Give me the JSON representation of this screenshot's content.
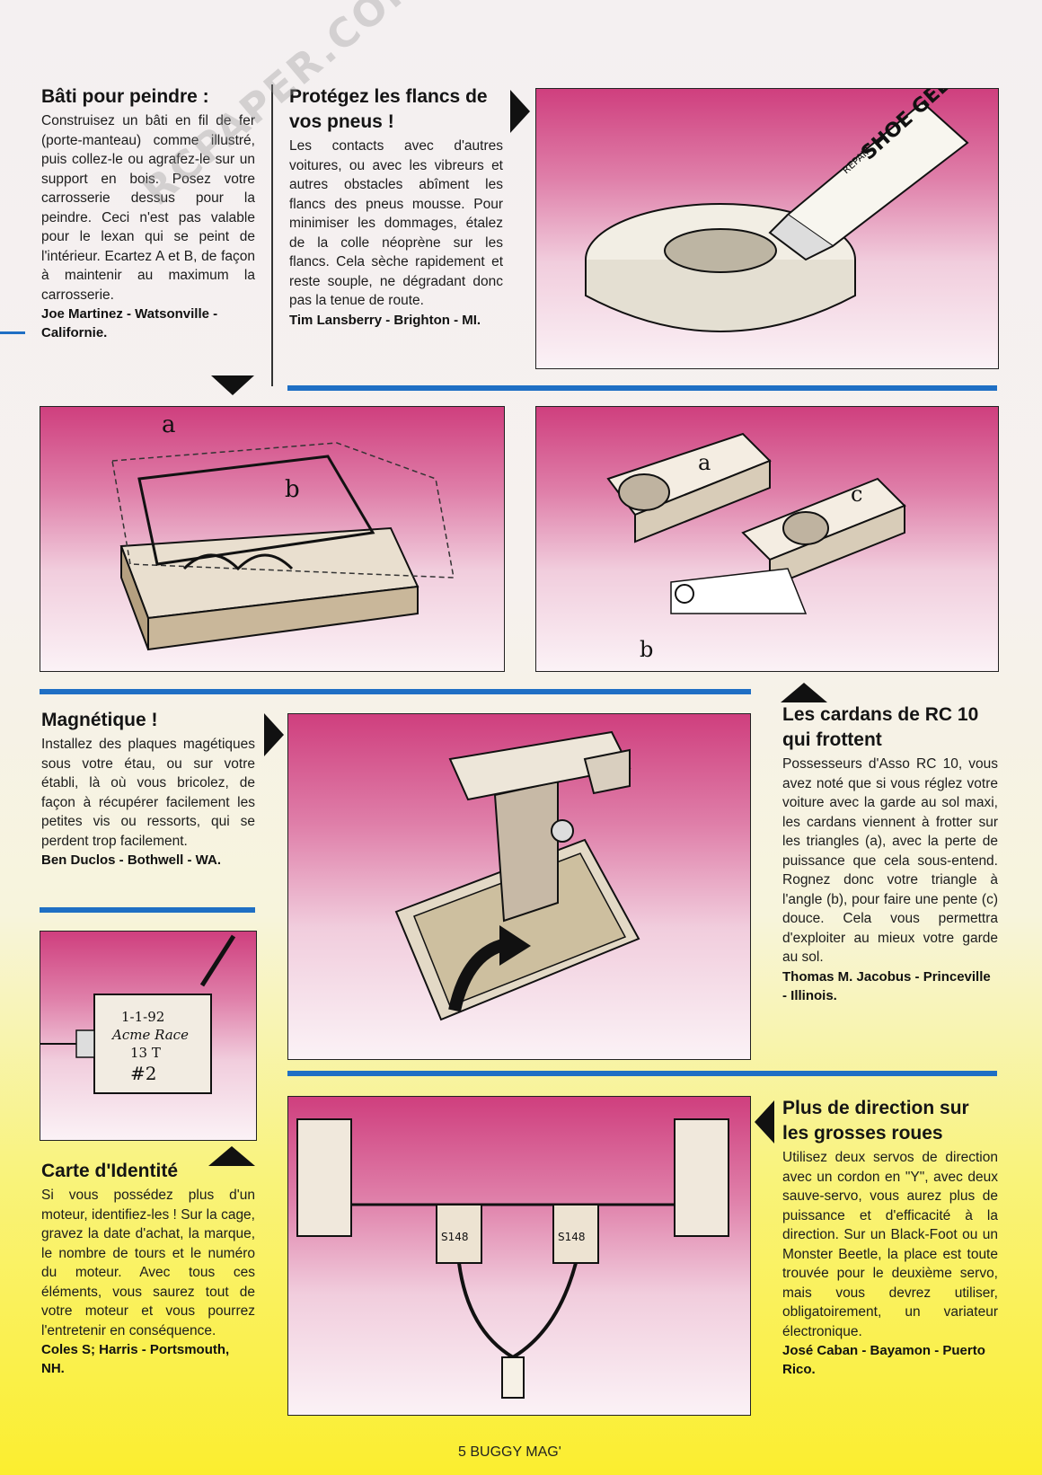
{
  "watermark": "RCPAPER.COM",
  "sections": {
    "bati": {
      "title": "Bâti pour peindre :",
      "body": "Construisez un bâti en fil de fer (porte-manteau) comme illustré, puis collez-le ou agrafez-le sur un support en bois. Posez votre carrosserie dessus pour la peindre. Ceci n'est pas valable pour le lexan qui se peint de l'intérieur. Ecartez A et B, de façon à maintenir au maximum la carrosserie.",
      "author": "Joe Martinez - Watsonville - Californie."
    },
    "flancs": {
      "title": "Protégez les flancs de vos pneus !",
      "body": "Les contacts avec d'autres voitures, ou avec les vibreurs et autres obstacles abîment les flancs des pneus mousse. Pour minimiser les dommages, étalez de la colle néoprène sur les flancs. Cela sèche rapidement et reste souple, ne dégradant donc pas la tenue de route.",
      "author": "Tim Lansberry - Brighton - MI."
    },
    "magnetique": {
      "title": "Magnétique !",
      "body": "Installez des plaques magétiques sous votre étau, ou sur votre établi, là où vous bricolez, de façon à récupérer facilement les petites vis ou ressorts, qui se perdent trop facilement.",
      "author": "Ben Duclos - Bothwell - WA."
    },
    "cardans": {
      "title": "Les cardans de RC 10 qui frottent",
      "body": "Possesseurs d'Asso RC 10, vous avez noté que si vous réglez votre voiture avec la garde au sol maxi, les cardans viennent à frotter sur les triangles (a), avec la perte de puissance que cela sous-entend. Rognez donc votre triangle à l'angle (b), pour faire une pente (c) douce. Cela vous permettra d'exploiter au mieux votre garde au sol.",
      "author": "Thomas M. Jacobus - Princeville - Illinois."
    },
    "carte": {
      "title": "Carte d'Identité",
      "body": "Si vous possédez plus d'un moteur, identifiez-les ! Sur la cage, gravez la date d'achat, la marque, le nombre de tours et le numéro du moteur. Avec tous ces éléments, vous saurez tout de votre moteur et vous pourrez l'entretenir en conséquence.",
      "author": "Coles S; Harris - Portsmouth, NH."
    },
    "direction": {
      "title": "Plus de direction sur les grosses roues",
      "body": "Utilisez deux servos de direction avec un cordon en \"Y\", avec deux sauve-servo, vous aurez plus de puissance et d'efficacité à la direction. Sur un Black-Foot ou un Monster Beetle, la place est toute trouvée pour le deuxième servo, mais vous devrez utiliser, obligatoirement, un variateur électronique.",
      "author": "José Caban - Bayamon - Puerto Rico."
    }
  },
  "illustrations": {
    "tube_label": "SHOE GEL",
    "tube_sublabel": "REPAIR",
    "label_a": "a",
    "label_b": "b",
    "label_c": "c",
    "motor_line1": "1-1-92",
    "motor_line2": "Acme Race",
    "motor_line3": "13 T",
    "motor_line4": "#2",
    "servo_label": "S148"
  },
  "footer": {
    "page": "5 BUGGY MAG'"
  },
  "colors": {
    "accent_blue": "#1f6fc4",
    "magenta": "#cf3f7e",
    "yellow": "#fbee2f"
  }
}
